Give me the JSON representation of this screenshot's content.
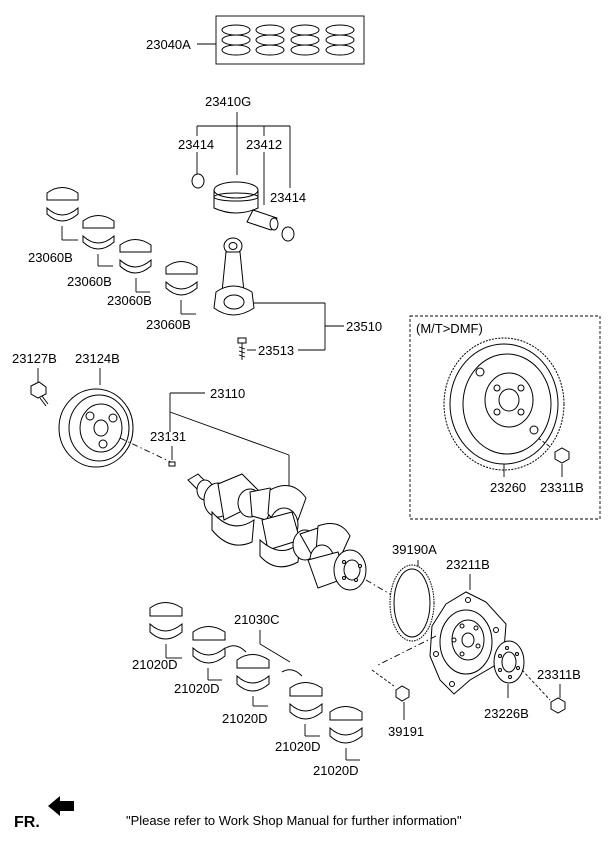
{
  "labels": {
    "piston_ring_set": "23040A",
    "piston_assy": "23410G",
    "snap_ring_left": "23414",
    "piston_pin": "23412",
    "snap_ring_right": "23414",
    "conrod_bearing_1": "23060B",
    "conrod_bearing_2": "23060B",
    "conrod_bearing_3": "23060B",
    "conrod_bearing_4": "23060B",
    "connecting_rod_assy": "23510",
    "conrod_bolt": "23513",
    "pulley_bolt": "23127B",
    "damper_pulley": "23124B",
    "crankshaft": "23110",
    "crank_key": "23131",
    "dmf_variant": "(M/T>DMF)",
    "dual_mass_flywheel": "23260",
    "flywheel_bolt_dmf": "23311B",
    "ring_gear_plate": "39190A",
    "drive_plate": "23211B",
    "thrust_washer": "21030C",
    "main_bearing_1": "21020D",
    "main_bearing_2": "21020D",
    "main_bearing_3": "21020D",
    "main_bearing_4": "21020D",
    "main_bearing_5": "21020D",
    "spacer": "23226B",
    "flywheel_bolt": "23311B",
    "plate_bolt": "39191"
  },
  "direction_label": "FR.",
  "footer_note": "\"Please refer to Work Shop Manual for further information\"",
  "colors": {
    "line": "#000000",
    "background": "#ffffff"
  }
}
